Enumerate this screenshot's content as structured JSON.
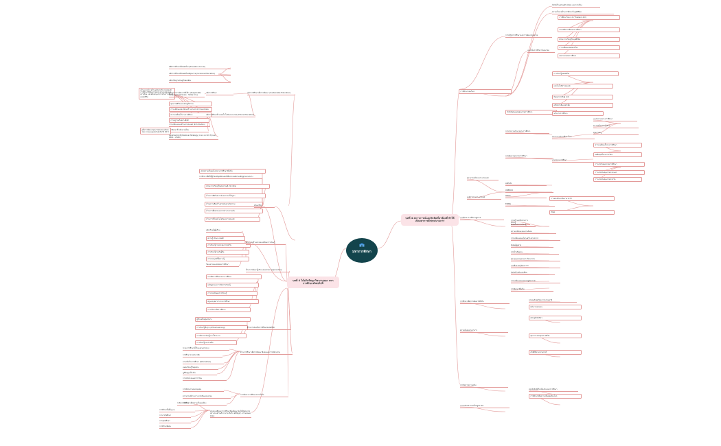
{
  "root": {
    "title": "มหาการศึกษา",
    "icon": "school-icon"
  },
  "colors": {
    "root": "#13444c",
    "branch": "#e39a99",
    "topic_fill": "#fbe3e7"
  },
  "left_topic": "บทที่ 4 ได้อภิปรัชญาวิชาการของ มหาการศึกษาดังต่อไปนี้",
  "right_topic": "บทที่ 4 สภาวการณ์และปัจจัยเกี่ยวข้องที่ ทำให้เกิดมหาการศึกษาสมานการ",
  "left_nodes": [
    "พลัดการศึกษาเพื่อพลเมือง (Education for All)",
    "หลักการศึกษาเพื่อพลเมืองมีคุณภาพ (Inclusive Education)",
    "หลักปรัชญาเศรษฐกิจพอเพียง",
    "หลักการศึกษา",
    "หลักการศึกษาเพื่อการพัฒนา (Sustainable Education)",
    "เป้าหมายที่ 4 สร้างหลักประกันว่าทุกคนมีการศึกษาที่มีคุณภาพอย่างครอบคลุมและเท่าเทียม และสนับสนุนโอกาสในการเรียนรู้ตลอดชีวิต",
    "เป้าหมายการพัฒนาที่ยั่งยืน (Sustainable Development Goals : SDGs ด้าน)",
    "คุณภาพชีวิตและเศรษฐกิจร่วม",
    "การเปลี่ยนแปลงโครงสร้างทางประชากรและสังคม",
    "ความเหลื่อมล้ำทางการศึกษา",
    "การอยู่ร่วมกันอย่างสันติ",
    "การเปลี่ยนแปลงด้านสารสนเทศ (Information)",
    "หลักการศึกษาด้านเทคโนโลยีและอนาคต (Future Education)",
    "การพัฒนาด้านสิ่งแวดล้อม",
    "เพื่อการพัฒนาคุณภาพคนของสังคมไทย ตามแผนยุทธศาสตร์ชาติ 20 ปี",
    "ยุทธศาสตร์ชาติ (National Strategy) ระยะเวลา 20 ปี (พ.ศ. 2561 - 2580)",
    "สรุปความเป็นพลโลกทางการศึกษาที่ยั่งยืน",
    "การศึกษาเพื่อให้ผู้เรียนมีคุณลักษณะที่พึงประสงค์ตามหลักสูตรแกนกลาง",
    "ทักษะการเรียนรู้ในศตวรรษที่ 21 (4Cs)",
    "ด้านการคิดวิเคราะห์และการแก้ปัญหา",
    "ด้านความคิดสร้างสรรค์และนวัตกรรม",
    "ด้านการสื่อสารและการทำงานร่วมกัน",
    "ด้านการใช้เทคโนโลยีและสารสนเทศ",
    "ทักษะชีวิต",
    "หลักเรียนรู้สู่ผู้เรียน",
    "ความรู้ ทักษะ เจตคติ",
    "การเรียนรู้จากประสบการณ์จริง",
    "การเรียนรู้ร่วมกับผู้อื่น",
    "การประยุกต์ใช้ความรู้",
    "วัฒนธรรมและสังคมการศึกษา",
    "ด้านการสร้างสภาพแวดล้อมการเรียนรู้",
    "แนวคิดการศึกษามหาการศึกษา",
    "หลักสูตรและการจัดการเรียนรู้",
    "การประเมินผลการเรียนรู้",
    "ครูและบุคลากรทางการศึกษา",
    "การบริหารจัดการศึกษา",
    "ด้านการพัฒนาผู้เรียน (Learner Approaches)",
    "ผู้เรียนเป็นศูนย์กลาง",
    "การเรียนรู้เชิงรุก (Active Learning)",
    "การจัดการเรียนรู้แบบโครงงาน",
    "การเรียนรู้แบบร่วมมือ",
    "ด้านการส่งเสริมการศึกษาตลอดชีวิต",
    "ระบบการศึกษาทั้งในและนอกระบบ",
    "การศึกษาตามอัธยาศัย",
    "ทางเลือกในการศึกษา (Alternative)",
    "แหล่งเรียนรู้ในชุมชน",
    "ภูมิปัญญาท้องถิ่น",
    "การเทียบโอนผลการเรียน",
    "ด้านการศึกษาเพื่อการพัฒนาสังคมและการมีส่วนร่วม",
    "การมีส่วนร่วมของชุมชน",
    "ความร่วมมือระหว่างภาครัฐและเอกชน",
    "การศึกษาเพื่อความเป็นพลเมือง",
    "การพัฒนาการศึกษาอย่างยั่งยืน",
    "ระดับการศึกษา",
    "การศึกษาขั้นพื้นฐาน",
    "การอาชีวศึกษา",
    "การอุดมศึกษา",
    "การศึกษาพิเศษ",
    "สรุปแนวคิดมหาการศึกษาที่มุ่งพัฒนาคนให้มีคุณภาพอย่างรอบด้านทั้งร่างกาย จิตใจ สติปัญญา อารมณ์และสังคม"
  ],
  "right_nodes": [
    "ปัจจัยด้านเศรษฐกิจ สังคม และการเมือง",
    "ความท้าทายด้านการศึกษาในยุคดิจิทัล",
    "การปฏิรูปการศึกษาและการพัฒนาคุณภาพ",
    "การศึกษาไทย 4.0 (Thailand 4.0)",
    "กรอบคิดการพัฒนาการศึกษา",
    "ทักษะการเรียนรู้ในยุคดิจิทัล",
    "การเปลี่ยนแปลงของโลก",
    "ผลกระทบต่อการศึกษา",
    "แนวโน้มการศึกษาในอนาคต",
    "การเรียนรู้ตลอดชีวิต",
    "เทคโนโลยีสารสนเทศ",
    "ปัญญาประดิษฐ์ (AI)",
    "เครือข่ายอินเทอร์เน็ต",
    "การศึกษาออนไลน์",
    "ปัจจัยที่ส่งผลต่อคุณภาพการศึกษา",
    "นโยบายการศึกษา",
    "งบประมาณทางการศึกษา",
    "ความพร้อมของผู้เรียน",
    "คุณภาพครู",
    "การกระจายอำนาจทางการศึกษา",
    "สภาวการณ์การศึกษาไทย",
    "ความเหลื่อมล้ำทางการศึกษา",
    "ผลสัมฤทธิ์ทางการเรียน",
    "การพัฒนาคุณภาพการศึกษา",
    "มาตรฐานการศึกษา",
    "การประกันคุณภาพการศึกษา",
    "การประเมินคุณภาพภายนอก",
    "การประเมินคุณภาพภายใน",
    "ความร่วมมือระหว่างประเทศ",
    "ASEAN",
    "UNESCO",
    "OECD",
    "องค์การระหว่างประเทศ",
    "การแข่งขันระดับนานาชาติ",
    "PISA",
    "TIMSS",
    "การพัฒนาการศึกษาสู่สากล",
    "การสร้างเครือข่ายการเรียนรู้",
    "สังคมแห่งการเรียนรู้",
    "ความเปลี่ยนแปลงทางสังคม",
    "การเปลี่ยนแปลงโครงสร้างประชากร",
    "สังคมผู้สูงอายุ",
    "การย้ายถิ่นฐาน",
    "ความหลากหลายทางวัฒนธรรม",
    "การศึกษาพหุวัฒนธรรม",
    "ปัจจัยด้านสิ่งแวดล้อม",
    "การเปลี่ยนแปลงสภาพภูมิอากาศ",
    "การพัฒนาที่ยั่งยืน",
    "การศึกษาเพื่อการพัฒนาที่ยั่งยืน",
    "การอนุรักษ์ทรัพยากรธรรมชาติ",
    "พลังงานทดแทน",
    "เศรษฐกิจสีเขียว",
    "ความมั่นคงทางอาหาร",
    "สุขภาวะและคุณภาพชีวิต",
    "ภัยพิบัติทางธรรมชาติ",
    "การจัดการความเสี่ยง",
    "สรุปปัจจัยที่เกี่ยวข้องกับมหาการศึกษา",
    "การศึกษาเพื่อความเป็นพลเมืองโลก",
    "การเตรียมความพร้อมสู่อนาคต"
  ]
}
